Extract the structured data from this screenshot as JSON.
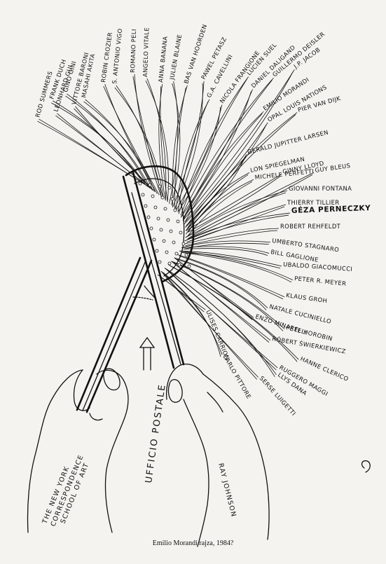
{
  "names": [
    "ROD SUMMERS",
    "FRANK DUCH",
    "LEONHARD GUI",
    "GINO GINI",
    "VITTORE BARONI",
    "MASAHI AKITA",
    "ROBIN CROZIER",
    "S. ANTONIO VIGO",
    "ROMANO PELI",
    "ANGELO VITALE",
    "ANNA BANANA",
    "JULIEN BLAINE",
    "BAS VAN HOORDEN",
    "PAWEL PETASZ",
    "G.A. CAVELLINI",
    "NICOLA FRANGIONE",
    "LUCIEN SUEL",
    "DANIEL DALIGAND",
    "GUILLERMO DEISLER",
    "J.P. JACOB",
    "EMILIO MORANDI",
    "OPAL LOUIS NATIONS",
    "PIER VAN DIJK",
    "GERALD JUPITTER LARSEN",
    "LON SPIEGELMAN",
    "GINNY LLOYD",
    "MICHELE PERFETTI",
    "GUY BLEUS",
    "GIOVANNI FONTANA",
    "THIERRY TILLIER",
    "GÉZA PERNECZKY",
    "ROBERT REHFELDT",
    "UMBERTO STAGNARO",
    "BILL GAGLIONE",
    "UBALDO GIACOMUCCI",
    "PETER R. MEYER",
    "KLAUS GROH",
    "NATALE CUCINIELLO",
    "ENZO MINARELLI",
    "PETE HOROBIN",
    "RÓBERT ŚWIERKIEWICZ",
    "HANNE CLERICO",
    "RUGGERO MAGGI",
    "LLYS DANA",
    "SERSE LUIGETTI",
    "CARLO PITTORE",
    "ULISES CARRION"
  ],
  "labels": {
    "ufficio": "UFFICIO POSTALE",
    "school": [
      "THE NEW YORK",
      "CORRESPONDENCE",
      "SCHOOL OF ART"
    ],
    "ray": "RAY JOHNSON"
  },
  "caption": "Emilio Morandi rajza, 1984?"
}
